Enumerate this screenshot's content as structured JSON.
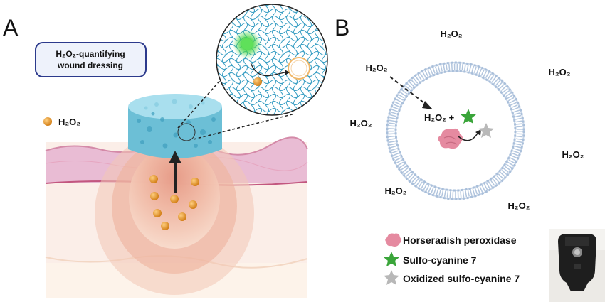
{
  "panels": {
    "a": {
      "letter": "A"
    },
    "b": {
      "letter": "B"
    }
  },
  "dressing_box": {
    "line1": "H₂O₂-quantifying",
    "line2": "wound dressing"
  },
  "h2o2_legend": {
    "label": "H₂O₂"
  },
  "h2o2_text": "H₂O₂",
  "reaction": {
    "reactant_label": "H₂O₂ +"
  },
  "legend": [
    {
      "icon": "enzyme-icon",
      "label": "Horseradish peroxidase",
      "color": "#e4889a"
    },
    {
      "icon": "green-star-icon",
      "label": "Sulfo-cyanine 7",
      "color": "#3aa53a"
    },
    {
      "icon": "gray-star-icon",
      "label": "Oxidized sulfo-cyanine 7",
      "color": "#b8b8b8"
    }
  ],
  "colors": {
    "sponge": "#6cbfd6",
    "vesicle": "#b9c9df",
    "dot": "#e08a1c",
    "box_fill": "#eef2fb",
    "box_stroke": "#2c3a8c"
  }
}
